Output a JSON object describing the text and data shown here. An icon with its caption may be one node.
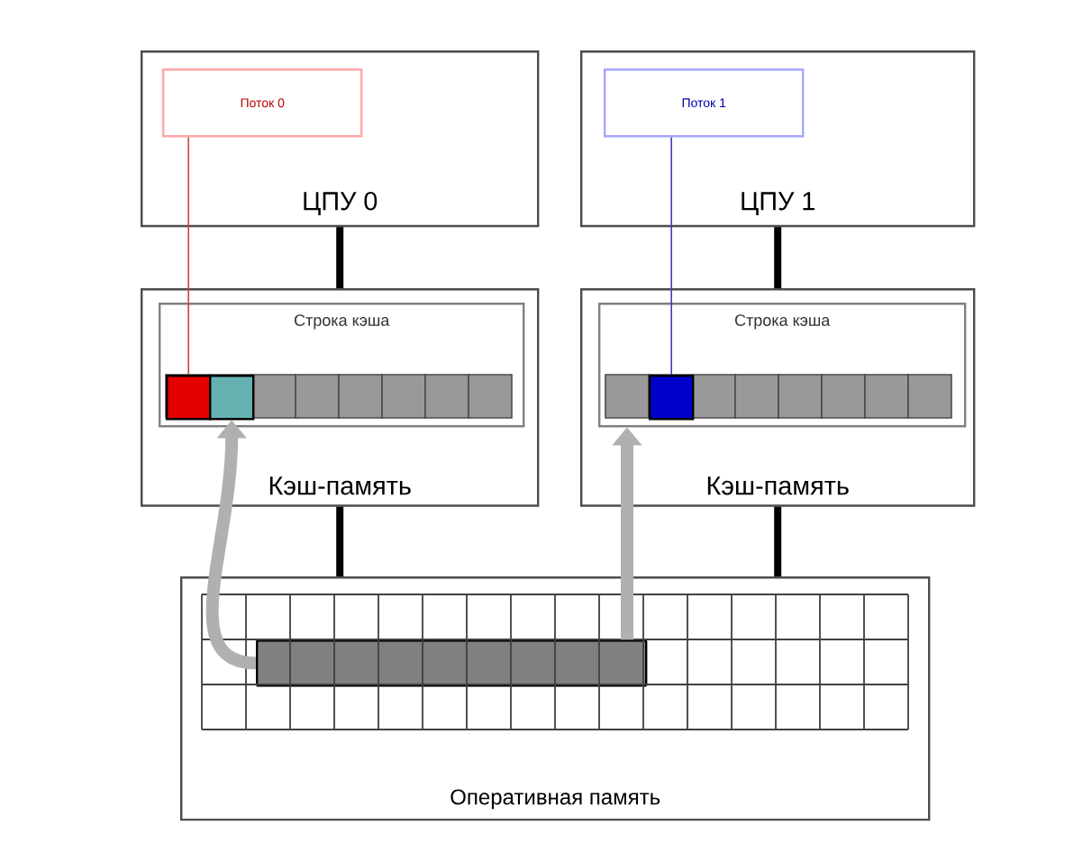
{
  "diagram": {
    "nodes": [
      {
        "text": [
          "ЦПУ 0"
        ]
      },
      {
        "text": [
          "Поток 0"
        ],
        "in": 0
      },
      {
        "text": [
          "ЦПУ 1"
        ]
      },
      {
        "text": [
          "Поток 1"
        ],
        "in": 2
      },
      {
        "text": [
          "Кэш-память"
        ]
      },
      {
        "text": [
          "Строка кэша"
        ],
        "in": 4
      },
      {
        "text": [
          "Кэш-память"
        ]
      },
      {
        "text": [
          "Строка кэша"
        ],
        "in": 6
      },
      {
        "text": [
          "Оперативная память"
        ]
      },
      {
        "text": [],
        "shape": "box",
        "in": 5
      },
      {
        "text": [],
        "shape": "box",
        "in": 5
      },
      {
        "text": [],
        "shape": "box",
        "in": 7
      },
      {
        "text": [],
        "shape": "bar",
        "in": 8
      }
    ],
    "edges": [
      {
        "from": 1,
        "to": 9,
        "arrow": "none",
        "color": "#d04040"
      },
      {
        "from": 3,
        "to": 11,
        "arrow": "none",
        "color": "#4040c0"
      },
      {
        "from": 0,
        "to": 4,
        "arrow": "none"
      },
      {
        "from": 2,
        "to": 6,
        "arrow": "none"
      },
      {
        "from": 4,
        "to": 8,
        "arrow": "none"
      },
      {
        "from": 6,
        "to": 8,
        "arrow": "none"
      },
      {
        "from": 12,
        "to": 10,
        "arrow": "to",
        "color": "#b0b0b0"
      },
      {
        "from": 12,
        "to": 7,
        "arrow": "to",
        "color": "#b0b0b0"
      }
    ]
  }
}
